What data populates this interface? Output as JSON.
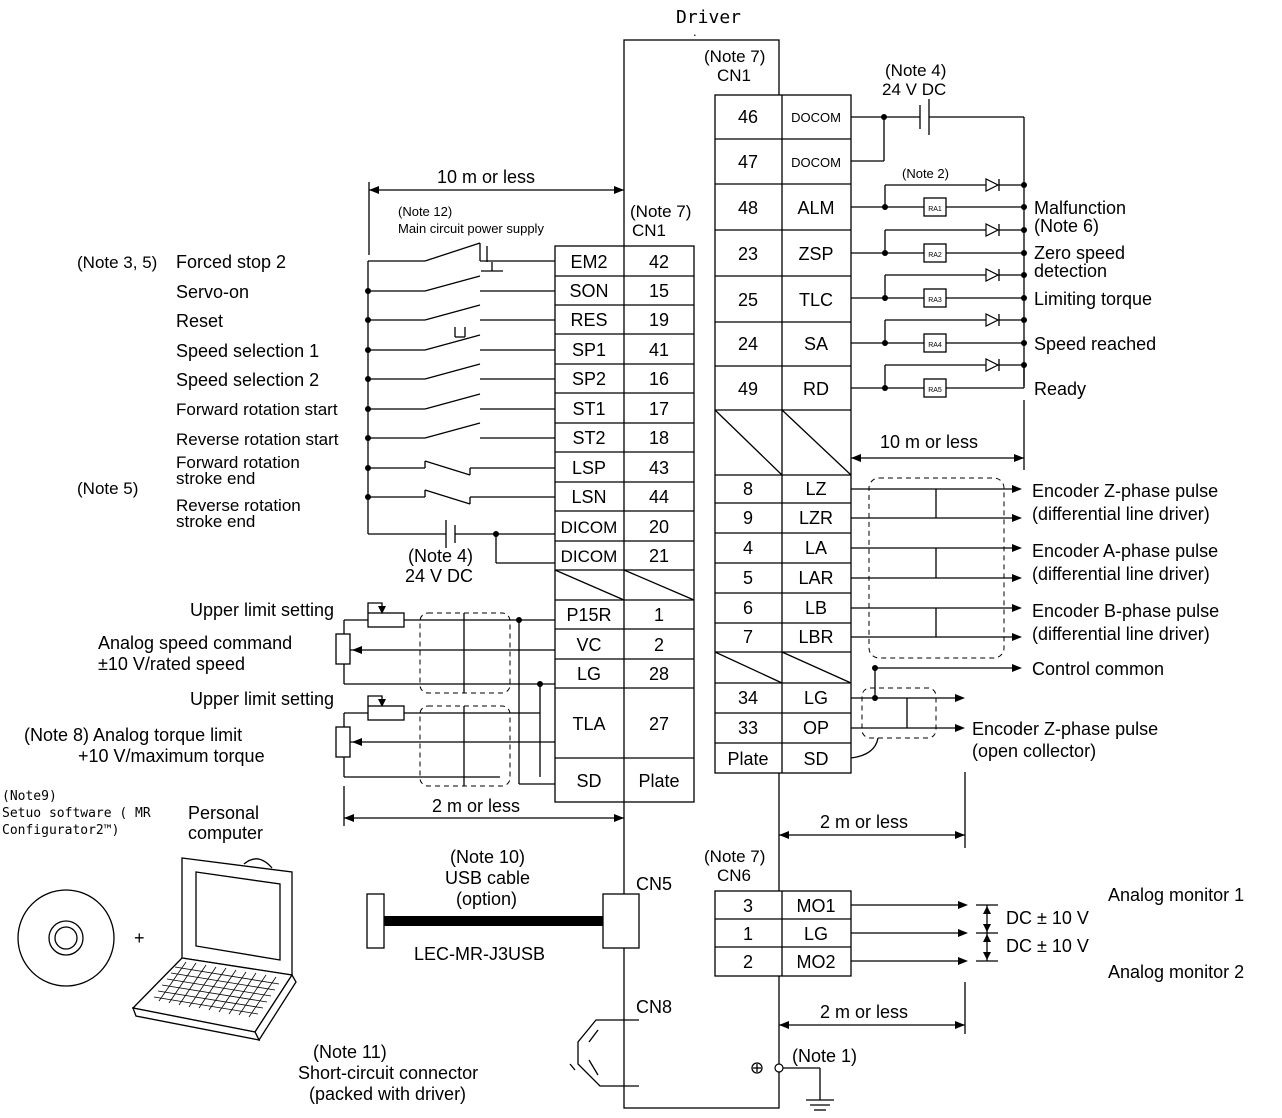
{
  "title": "Driver",
  "cn1_left_header": [
    "(Note 7)",
    "CN1"
  ],
  "cn1_right_header": [
    "(Note 7)",
    "CN1"
  ],
  "cn5_label": "CN5",
  "cn6_header": [
    "(Note 7)",
    "CN6"
  ],
  "cn8_label": "CN8",
  "left_table": [
    {
      "sig": "EM2",
      "pin": "42"
    },
    {
      "sig": "SON",
      "pin": "15"
    },
    {
      "sig": "RES",
      "pin": "19"
    },
    {
      "sig": "SP1",
      "pin": "41"
    },
    {
      "sig": "SP2",
      "pin": "16"
    },
    {
      "sig": "ST1",
      "pin": "17"
    },
    {
      "sig": "ST2",
      "pin": "18"
    },
    {
      "sig": "LSP",
      "pin": "43"
    },
    {
      "sig": "LSN",
      "pin": "44"
    },
    {
      "sig": "DICOM",
      "pin": "20"
    },
    {
      "sig": "DICOM",
      "pin": "21"
    },
    {
      "sig": "",
      "pin": ""
    },
    {
      "sig": "P15R",
      "pin": "1"
    },
    {
      "sig": "VC",
      "pin": "2"
    },
    {
      "sig": "LG",
      "pin": "28"
    },
    {
      "sig": "TLA",
      "pin": "27"
    },
    {
      "sig": "SD",
      "pin": "Plate"
    }
  ],
  "right_table": [
    {
      "pin": "46",
      "sig": "DOCOM"
    },
    {
      "pin": "47",
      "sig": "DOCOM"
    },
    {
      "pin": "48",
      "sig": "ALM"
    },
    {
      "pin": "23",
      "sig": "ZSP"
    },
    {
      "pin": "25",
      "sig": "TLC"
    },
    {
      "pin": "24",
      "sig": "SA"
    },
    {
      "pin": "49",
      "sig": "RD"
    },
    {
      "pin": "",
      "sig": ""
    },
    {
      "pin": "8",
      "sig": "LZ"
    },
    {
      "pin": "9",
      "sig": "LZR"
    },
    {
      "pin": "4",
      "sig": "LA"
    },
    {
      "pin": "5",
      "sig": "LAR"
    },
    {
      "pin": "6",
      "sig": "LB"
    },
    {
      "pin": "7",
      "sig": "LBR"
    },
    {
      "pin": "",
      "sig": ""
    },
    {
      "pin": "34",
      "sig": "LG"
    },
    {
      "pin": "33",
      "sig": "OP"
    },
    {
      "pin": "Plate",
      "sig": "SD"
    }
  ],
  "cn6_table": [
    {
      "pin": "3",
      "sig": "MO1"
    },
    {
      "pin": "1",
      "sig": "LG"
    },
    {
      "pin": "2",
      "sig": "MO2"
    }
  ],
  "relays": [
    "RA1",
    "RA2",
    "RA3",
    "RA4",
    "RA5"
  ],
  "input_labels": {
    "em2_note": "(Note 3, 5)",
    "em2": "Forced stop 2",
    "son": "Servo-on",
    "res": "Reset",
    "sp1": "Speed selection 1",
    "sp2": "Speed selection 2",
    "st1": "Forward rotation start",
    "st2": "Reverse rotation start",
    "lsp": [
      "Forward rotation",
      "stroke end"
    ],
    "lsn": [
      "Reverse rotation",
      "stroke end"
    ],
    "limit_note": "(Note 5)",
    "note12": [
      "(Note 12)",
      "Main circuit power supply"
    ],
    "note4_bottom": [
      "(Note 4)",
      "24 V DC"
    ],
    "upper_limit_1": "Upper limit setting",
    "speed_cmd": [
      "Analog speed command",
      "±10 V/rated speed"
    ],
    "upper_limit_2": "Upper limit setting",
    "torque_limit": [
      "(Note 8) Analog torque limit",
      "+10 V/maximum torque"
    ]
  },
  "output_labels": {
    "note4_top": [
      "(Note 4)",
      "24 V DC"
    ],
    "note2": "(Note 2)",
    "malfunction": [
      "Malfunction",
      "(Note 6)"
    ],
    "zero_speed": [
      "Zero speed",
      "detection"
    ],
    "limiting_torque": "Limiting torque",
    "speed_reached": "Speed reached",
    "ready": "Ready",
    "enc_z": [
      "Encoder Z-phase pulse",
      "(differential line driver)"
    ],
    "enc_a": [
      "Encoder A-phase pulse",
      "(differential line driver)"
    ],
    "enc_b": [
      "Encoder B-phase pulse",
      "(differential line driver)"
    ],
    "control_common": "Control common",
    "enc_z_oc": [
      "Encoder Z-phase pulse",
      "(open collector)"
    ]
  },
  "distances": {
    "left_top": "10 m or less",
    "right_top": "10 m or less",
    "left_bottom": "2 m or less",
    "right_mid": "2 m or less",
    "right_bottom": "2 m or less"
  },
  "pc": {
    "note9": [
      "(Note9)",
      "Setuo software ( MR",
      "Configurator2™)"
    ],
    "computer": [
      "Personal",
      "computer"
    ],
    "plus": "+",
    "usb": [
      "(Note 10)",
      "USB cable",
      "(option)"
    ],
    "cable_name": "LEC-MR-J3USB"
  },
  "monitor": {
    "mon1": "Analog monitor 1",
    "mon2": "Analog monitor 2",
    "dc1": "DC ± 10 V",
    "dc2": "DC ± 10 V"
  },
  "note11": [
    "(Note 11)",
    "Short-circuit connector",
    "(packed with driver)"
  ],
  "note1": "(Note 1)"
}
